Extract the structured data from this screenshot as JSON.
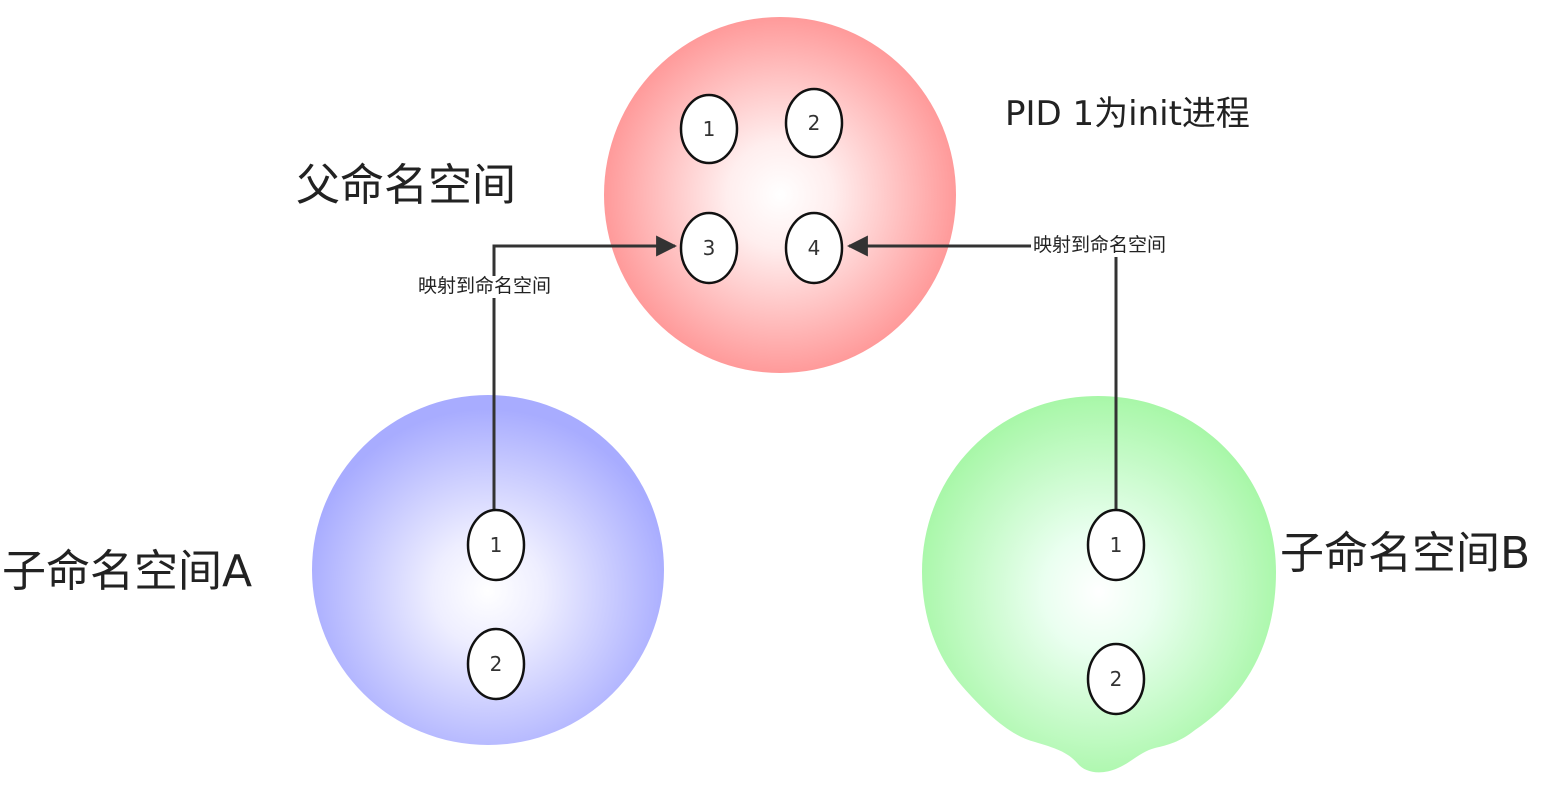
{
  "labels": {
    "parent_namespace": "父命名空间",
    "pid1_note": "PID 1为init进程",
    "child_a": "子命名空间A",
    "child_b": "子命名空间B",
    "map_left": "映射到命名空间",
    "map_right": "映射到命名空间"
  },
  "namespaces": {
    "parent": {
      "color": "#ff9a9a",
      "processes": [
        "1",
        "2",
        "3",
        "4"
      ]
    },
    "child_a": {
      "color": "#a8acff",
      "processes": [
        "1",
        "2"
      ]
    },
    "child_b": {
      "color": "#a8f7a8",
      "processes": [
        "1",
        "2"
      ]
    }
  },
  "mappings": [
    {
      "from": "child_a",
      "from_pid": "1",
      "to_pid": "3",
      "label": "映射到命名空间"
    },
    {
      "from": "child_b",
      "from_pid": "1",
      "to_pid": "4",
      "label": "映射到命名空间"
    }
  ]
}
